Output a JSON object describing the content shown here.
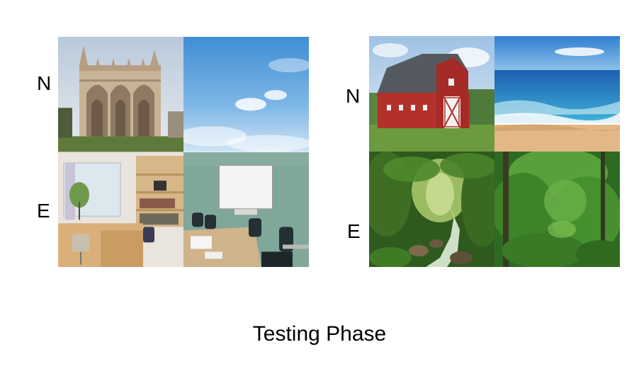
{
  "caption": "Testing Phase",
  "panels": [
    {
      "row_labels": [
        "N",
        "E"
      ],
      "tiles": [
        {
          "scene": "cathedral"
        },
        {
          "scene": "sky"
        },
        {
          "scene": "home-office"
        },
        {
          "scene": "conference-room"
        }
      ]
    },
    {
      "row_labels": [
        "N",
        "E"
      ],
      "tiles": [
        {
          "scene": "red-barn"
        },
        {
          "scene": "beach"
        },
        {
          "scene": "jungle-stream"
        },
        {
          "scene": "rainforest"
        }
      ]
    }
  ]
}
